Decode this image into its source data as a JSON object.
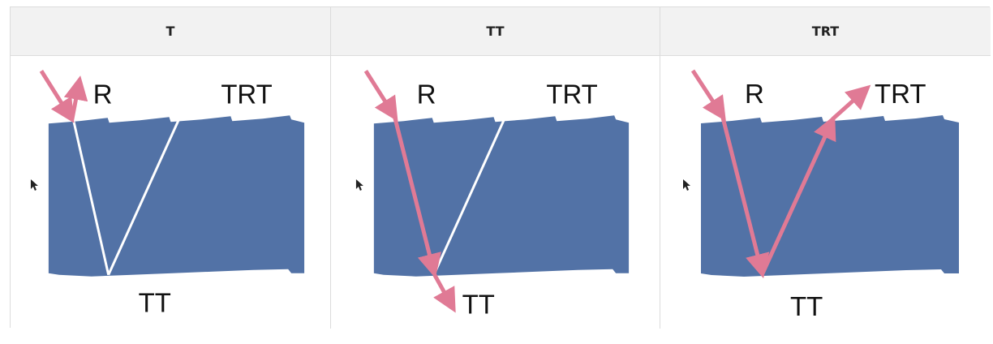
{
  "table": {
    "headers": [
      "T",
      "TT",
      "TRT"
    ]
  },
  "panels": [
    {
      "label_r": "R",
      "label_trt": "TRT",
      "label_tt": "TT"
    },
    {
      "label_r": "R",
      "label_trt": "TRT",
      "label_tt": "TT"
    },
    {
      "label_r": "R",
      "label_trt": "TRT",
      "label_tt": "TT"
    }
  ],
  "colors": {
    "fiber": "#5272a6",
    "path_arrow": "#e07a95",
    "path_line": "#ffffff",
    "header_bg": "#f2f2f2"
  },
  "icons": [
    "cursor-icon"
  ]
}
